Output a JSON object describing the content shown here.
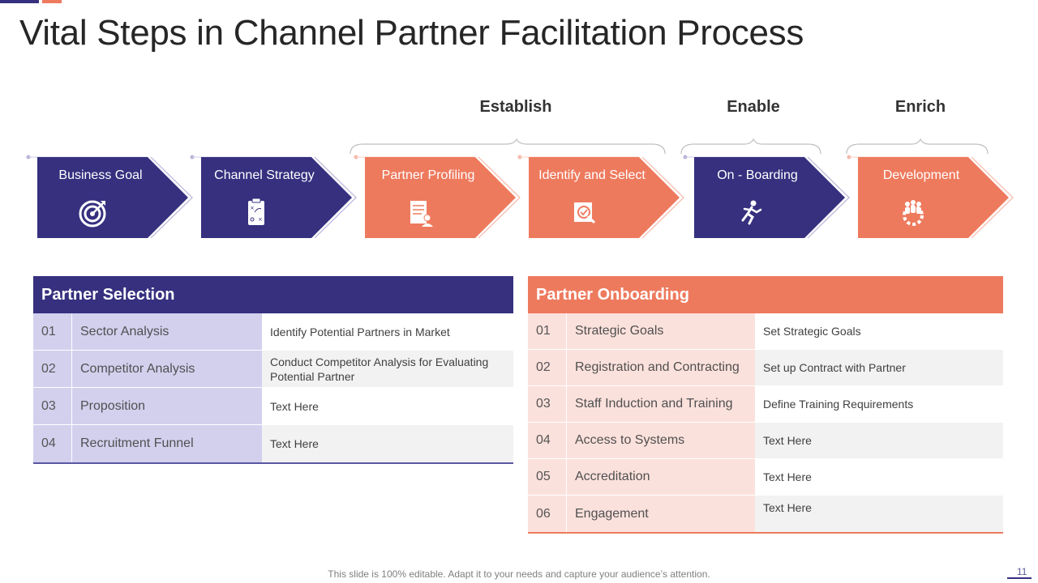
{
  "title": "Vital Steps in Channel Partner Facilitation Process",
  "phases": [
    {
      "label": "Establish"
    },
    {
      "label": "Enable"
    },
    {
      "label": "Enrich"
    }
  ],
  "colors": {
    "navy": "#36307f",
    "coral": "#ee7a5e",
    "lavender": "#d3d0ee",
    "pink": "#fbe1dc",
    "gray": "#f2f2f2"
  },
  "steps": [
    {
      "label": "Business Goal",
      "icon": "target-icon",
      "color": "#36307f"
    },
    {
      "label": "Channel Strategy",
      "icon": "strategy-clipboard-icon",
      "color": "#36307f"
    },
    {
      "label": "Partner Profiling",
      "icon": "profile-document-icon",
      "color": "#ee7a5e"
    },
    {
      "label": "Identify  and Select",
      "icon": "search-document-icon",
      "color": "#ee7a5e"
    },
    {
      "label": "On - Boarding",
      "icon": "running-person-icon",
      "color": "#36307f"
    },
    {
      "label": "Development",
      "icon": "team-gear-icon",
      "color": "#ee7a5e"
    }
  ],
  "selection": {
    "title": "Partner Selection",
    "rows": [
      {
        "num": "01",
        "name": "Sector Analysis",
        "desc": "Identify  Potential Partners in Market"
      },
      {
        "num": "02",
        "name": "Competitor Analysis",
        "desc": "Conduct Competitor Analysis for Evaluating Potential Partner"
      },
      {
        "num": "03",
        "name": "Proposition",
        "desc": "Text Here"
      },
      {
        "num": "04",
        "name": "Recruitment Funnel",
        "desc": "Text Here"
      }
    ]
  },
  "onboarding": {
    "title": "Partner Onboarding",
    "rows": [
      {
        "num": "01",
        "name": "Strategic Goals",
        "desc": "Set Strategic Goals"
      },
      {
        "num": "02",
        "name": "Registration and Contracting",
        "desc": "Set up Contract with Partner"
      },
      {
        "num": "03",
        "name": "Staff Induction  and Training",
        "desc": "Define Training Requirements"
      },
      {
        "num": "04",
        "name": "Access to Systems",
        "desc": "Text Here"
      },
      {
        "num": "05",
        "name": "Accreditation",
        "desc": "Text Here"
      },
      {
        "num": "06",
        "name": "Engagement",
        "desc": "Text Here"
      }
    ]
  },
  "footer": "This slide is 100% editable. Adapt it to your needs and capture your audience’s attention.",
  "page_number": "11"
}
